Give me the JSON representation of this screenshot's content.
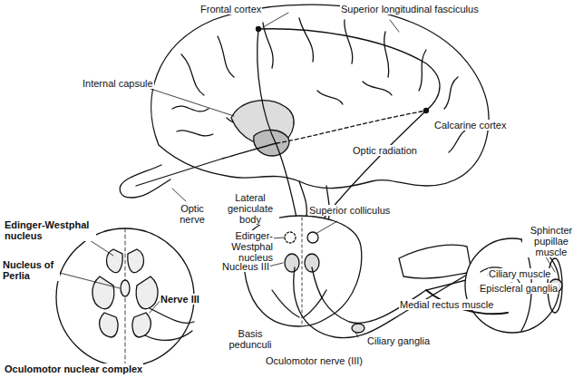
{
  "diagram": {
    "labels": [
      "Frontal cortex",
      "Superior longitudinal fasciculus",
      "Internal capsule",
      "Calcarine cortex",
      "Optic radiation",
      "Optic nerve",
      "Lateral geniculate body",
      "Edinger-Westphal nucleus",
      "Nucleus of Perlia",
      "Superior colliculus",
      "Edinger-Westphal nucleus",
      "Nucleus III",
      "Sphincter pupillae muscle",
      "Ciliary muscle",
      "Episcleral ganglia",
      "Nerve III",
      "Medial rectus muscle",
      "Basis pedunculi",
      "Ciliary ganglia",
      "Oculomotor nerve (III)",
      "Oculomotor nuclear complex"
    ]
  }
}
